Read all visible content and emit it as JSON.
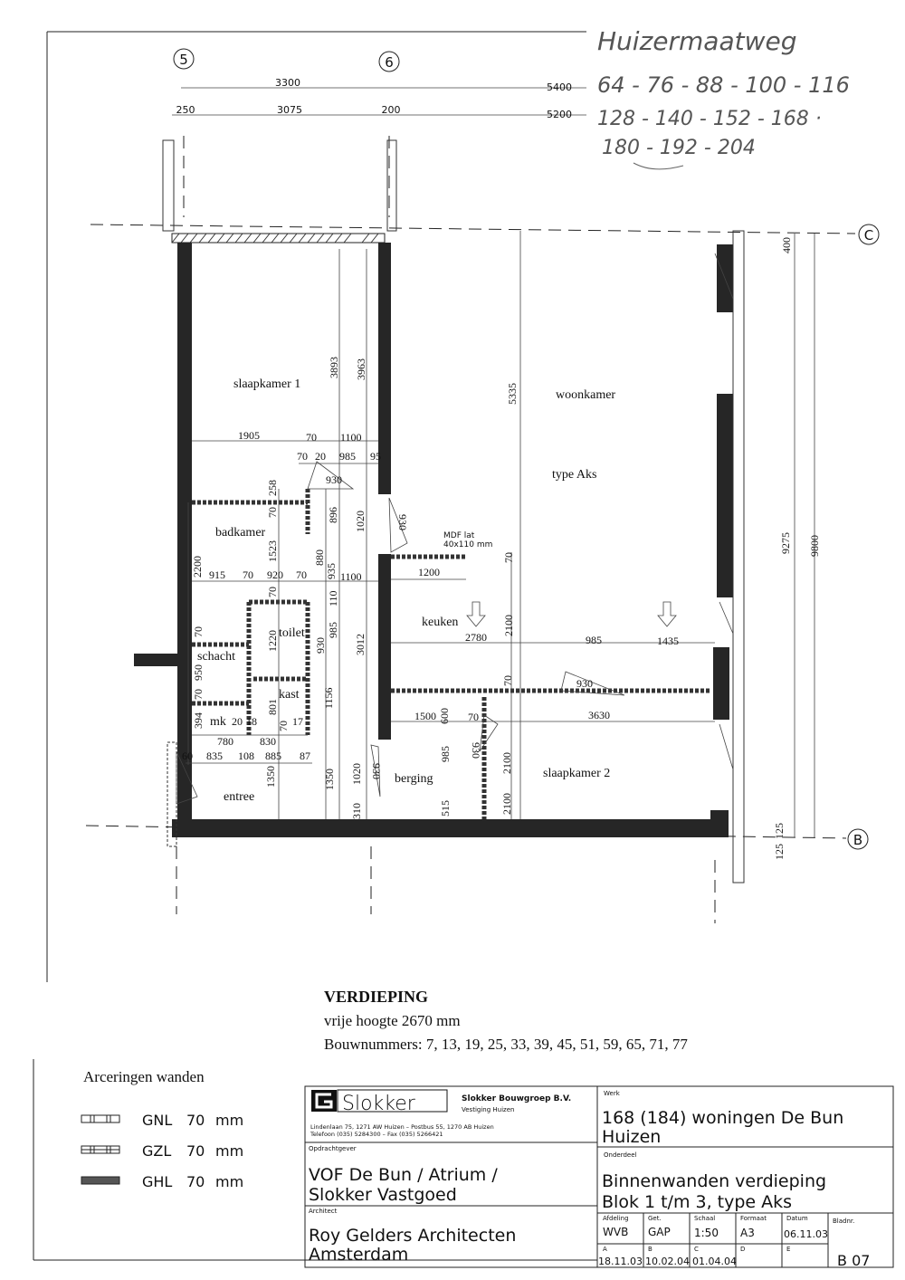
{
  "handwritten": {
    "street": "Huizermaatweg",
    "line1": "64 - 76 - 88 - 100 - 116",
    "line2": "128 - 140 - 152 - 168 ·",
    "line3": "180 - 192 - 204"
  },
  "grid": {
    "axis5": "5",
    "axis6": "6",
    "axisC": "C",
    "axisB": "B"
  },
  "dimensions_top": {
    "d3300": "3300",
    "d5400": "5400",
    "d250": "250",
    "d3075": "3075",
    "d200": "200",
    "d5200": "5200"
  },
  "rooms": {
    "slaapkamer1": "slaapkamer 1",
    "woonkamer": "woonkamer",
    "type": "type Aks",
    "badkamer": "badkamer",
    "toilet": "toilet",
    "schacht": "schacht",
    "kast": "kast",
    "mk": "mk",
    "entree": "entree",
    "berging": "berging",
    "keuken": "keuken",
    "slaapkamer2": "slaapkamer 2",
    "mdf1": "MDF lat",
    "mdf2": "40x110 mm"
  },
  "dims": [
    "3893",
    "3963",
    "5335",
    "1905",
    "70",
    "1100",
    "70",
    "20",
    "985",
    "95",
    "930",
    "258",
    "70",
    "896",
    "1020",
    "930",
    "2200",
    "915",
    "70",
    "920",
    "70",
    "880",
    "935",
    "1100",
    "1200",
    "70",
    "110",
    "1523",
    "70",
    "1220",
    "985",
    "930",
    "3012",
    "950",
    "70",
    "70",
    "801",
    "394",
    "20",
    "18",
    "70",
    "17",
    "1156",
    "780",
    "830",
    "60",
    "835",
    "108",
    "885",
    "87",
    "1350",
    "1350",
    "1020",
    "310",
    "930",
    "1500",
    "600",
    "70",
    "985",
    "515",
    "930",
    "2100",
    "2780",
    "2100",
    "985",
    "1435",
    "930",
    "70",
    "3630",
    "2100",
    "9275",
    "9800",
    "400",
    "125",
    "125"
  ],
  "notes": {
    "title": "VERDIEPING",
    "height": "vrije hoogte 2670 mm",
    "numbers": "Bouwnummers: 7, 13, 19, 25, 33, 39, 45, 51, 59, 65, 71, 77"
  },
  "legend": {
    "title": "Arceringen wanden",
    "items": [
      {
        "code": "GNL",
        "size": "70",
        "unit": "mm"
      },
      {
        "code": "GZL",
        "size": "70",
        "unit": "mm"
      },
      {
        "code": "GHL",
        "size": "70",
        "unit": "mm"
      }
    ]
  },
  "titleblock": {
    "logo": "Slokker",
    "company": "Slokker Bouwgroep B.V.",
    "branch": "Vestiging Huizen",
    "address": "Lindenlaan 75, 1271 AW  Huizen – Postbus 55, 1270 AB  Huizen",
    "phone": "Telefoon (035) 5284300 – Fax (035) 5266421",
    "client_label": "Opdrachtgever",
    "client1": "VOF De Bun / Atrium /",
    "client2": "Slokker Vastgoed",
    "architect_label": "Architect",
    "architect1": "Roy Gelders Architecten",
    "architect2": "Amsterdam",
    "work_label": "Werk",
    "work1": "168 (184) woningen De Bun",
    "work2": "Huizen",
    "part_label": "Onderdeel",
    "part1": "Binnenwanden verdieping",
    "part2": "Blok 1 t/m 3, type Aks",
    "fields": [
      {
        "label": "Afdeling",
        "value": "WVB"
      },
      {
        "label": "Get.",
        "value": "GAP"
      },
      {
        "label": "Schaal",
        "value": "1:50"
      },
      {
        "label": "Formaat",
        "value": "A3"
      },
      {
        "label": "Datum",
        "value": "06.11.03"
      },
      {
        "label": "Bladnr.",
        "value": "B 07"
      }
    ],
    "revisions": [
      {
        "label": "A",
        "value": "18.11.03"
      },
      {
        "label": "B",
        "value": "10.02.04"
      },
      {
        "label": "C",
        "value": "01.04.04"
      },
      {
        "label": "D",
        "value": ""
      },
      {
        "label": "E",
        "value": ""
      }
    ]
  }
}
